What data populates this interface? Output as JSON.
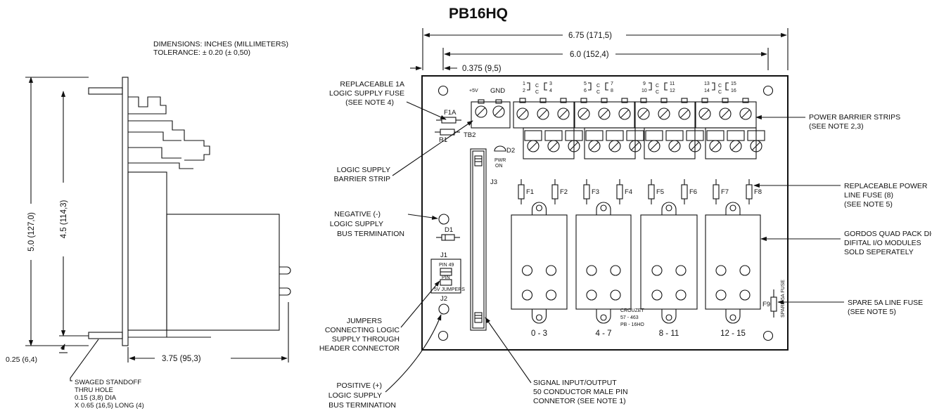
{
  "title": "PB16HQ",
  "dimension_note": {
    "line1": "DIMENSIONS:  INCHES  (MILLIMETERS)",
    "line2": "TOLERANCE:  ± 0.20    (± 0,50)"
  },
  "dimensions": {
    "overall_width": "6.75  (171,5)",
    "hole_spacing": "6.0  (152,4)",
    "edge_offset": "0.375  (9,5)",
    "overall_height": "5.0  (127,0)",
    "hole_height": "4.5  (114,3)",
    "standoff_offset": "0.25  (6,4)",
    "depth": "3.75  (95,3)"
  },
  "callouts_left": {
    "replaceable_fuse": [
      "REPLACEABLE 1A",
      "LOGIC SUPPLY FUSE",
      "(SEE NOTE 4)"
    ],
    "logic_barrier": [
      "LOGIC SUPPLY",
      "BARRIER STRIP"
    ],
    "negative_bus": [
      "NEGATIVE (-)",
      "LOGIC SUPPLY",
      "BUS TERMINATION"
    ],
    "jumpers": [
      "JUMPERS",
      "CONNECTING LOGIC",
      "SUPPLY THROUGH",
      "HEADER CONNECTOR"
    ],
    "positive_bus": [
      "POSITIVE (+)",
      "LOGIC SUPPLY",
      "BUS TERMINATION"
    ],
    "standoff": [
      "SWAGED STANDOFF",
      "THRU HOLE",
      "0.15 (3,8) DIA",
      "X 0.65 (16,5) LONG (4)"
    ]
  },
  "callouts_right": {
    "power_barrier": [
      "POWER BARRIER STRIPS",
      "(SEE NOTE 2,3)"
    ],
    "line_fuse": [
      "REPLACEABLE POWER",
      "LINE FUSE (8)",
      "(SEE NOTE 5)"
    ],
    "modules": [
      "GORDOS QUAD PACK DIGITAL",
      "DIFITAL I/O MODULES",
      "SOLD SEPERATELY"
    ],
    "spare_fuse": [
      "SPARE 5A LINE FUSE",
      "(SEE NOTE 5)"
    ]
  },
  "callout_bottom": {
    "signal": [
      "SIGNAL INPUT/OUTPUT",
      "50 CONDUCTOR MALE PIN",
      "CONNETOR (SEE NOTE 1)"
    ]
  },
  "board_labels": {
    "plus5v": "+5V",
    "gnd": "GND",
    "f1a": "F1A",
    "r1": "R1",
    "tb2": "TB2",
    "d2": "D2",
    "pwr_on": [
      "PWR",
      "ON"
    ],
    "j3": "J3",
    "d1": "D1",
    "j1": "J1",
    "j2": "J2",
    "pin49": "PIN 49",
    "pin": "PIN",
    "jumpers5v": "5V JUMPERS",
    "f9": "F9",
    "spare_fuse_vertical": "SPARE 5A FUSE",
    "maker": [
      "CROUZET",
      "57 - 463",
      "PB - 16HO"
    ],
    "fuses": [
      "F1",
      "F2",
      "F3",
      "F4",
      "F5",
      "F6",
      "F7",
      "F8"
    ],
    "module_ranges": [
      "0 - 3",
      "4 - 7",
      "8 - 11",
      "12 - 15"
    ],
    "terminal_groups": [
      {
        "t1": "1",
        "b1": "2",
        "c1": "C",
        "c2": "C",
        "t2": "3",
        "b2": "4"
      },
      {
        "t1": "5",
        "b1": "6",
        "c1": "C",
        "c2": "C",
        "t2": "7",
        "b2": "8"
      },
      {
        "t1": "9",
        "b1": "10",
        "c1": "C",
        "c2": "C",
        "t2": "11",
        "b2": "12"
      },
      {
        "t1": "13",
        "b1": "14",
        "c1": "C",
        "c2": "C",
        "t2": "15",
        "b2": "16"
      }
    ]
  }
}
